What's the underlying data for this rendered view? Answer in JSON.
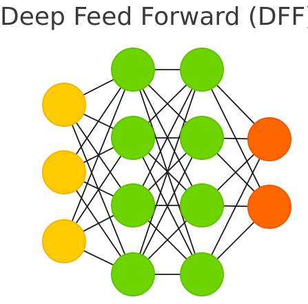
{
  "title": "Deep Feed Forward (DFF)",
  "colors": {
    "input_fill": "#FDCB00",
    "input_stroke": "#F2B600",
    "hidden_fill": "#6ED400",
    "hidden_stroke": "#5FC200",
    "output_fill": "#FF6600",
    "output_stroke": "#E95A00",
    "edge": "#1a1a1a"
  },
  "network": {
    "layers": [
      {
        "name": "input",
        "size": 3,
        "color_key": "input"
      },
      {
        "name": "hidden-1",
        "size": 4,
        "color_key": "hidden"
      },
      {
        "name": "hidden-2",
        "size": 4,
        "color_key": "hidden"
      },
      {
        "name": "output",
        "size": 2,
        "color_key": "output"
      }
    ]
  }
}
